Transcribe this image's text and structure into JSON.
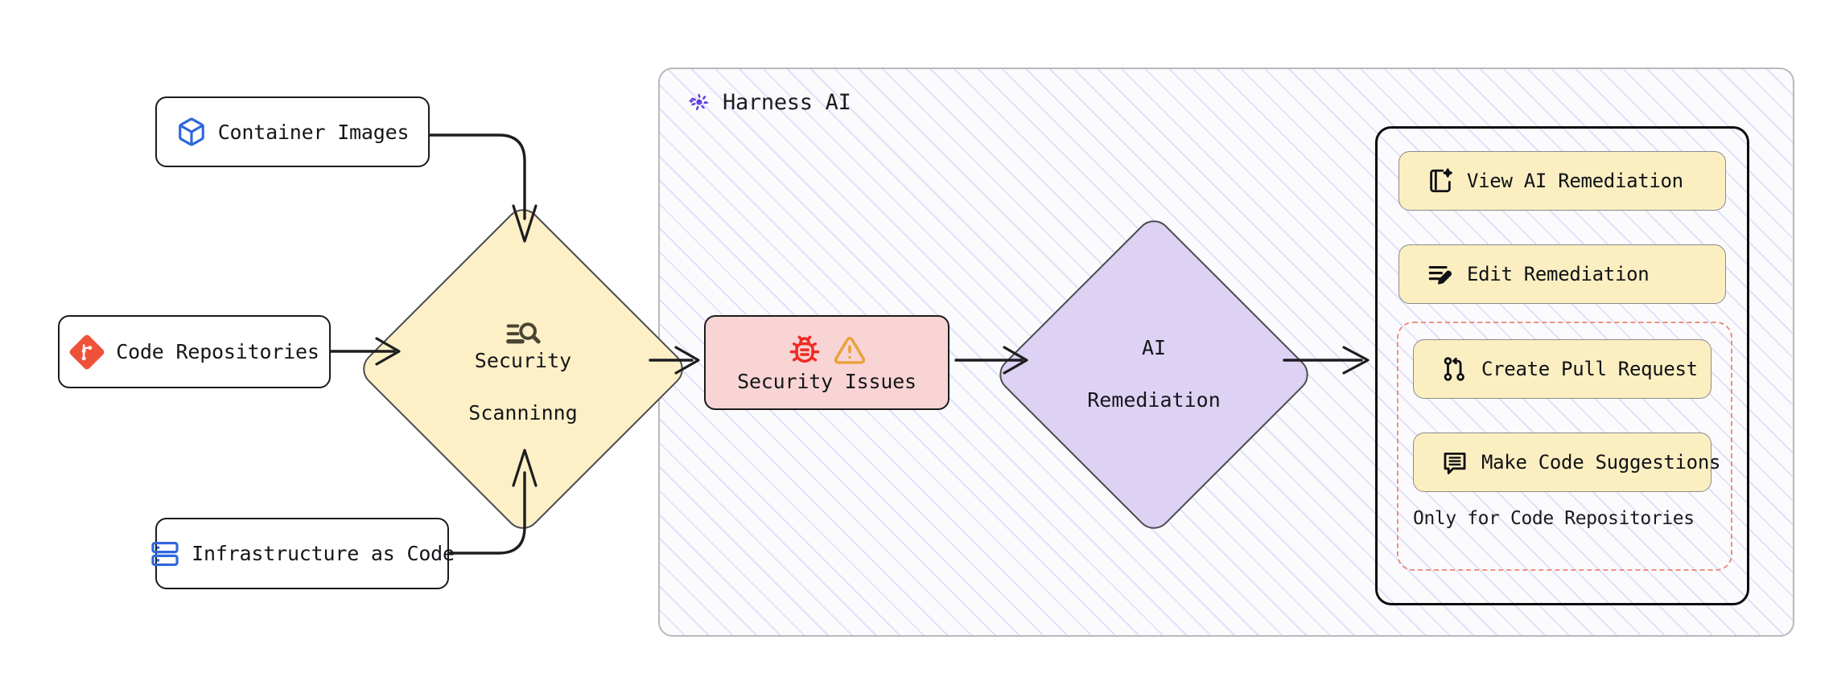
{
  "diagram": {
    "title": "Harness AI security scanning and remediation flow",
    "colors": {
      "yellow_fill": "#fdf0c7",
      "purple_fill": "#ddd2f4",
      "pink_fill": "#f8d4d4",
      "action_fill": "#fbefc2",
      "dashed_border": "#ef8d81",
      "hatch_line": "#dcdcfa",
      "node_border": "#1c1c1c",
      "brand_purple": "#5c33e1",
      "git_orange": "#ef5138",
      "iac_blue": "#2f67db",
      "bug_red": "#ee2b24",
      "warn_orange": "#e9a23b"
    }
  },
  "sources": [
    {
      "id": "container-images",
      "label": "Container Images",
      "icon": "container-box-icon"
    },
    {
      "id": "code-repositories",
      "label": "Code Repositories",
      "icon": "git-icon"
    },
    {
      "id": "infrastructure-code",
      "label": "Infrastructure as Code",
      "icon": "server-stack-icon"
    }
  ],
  "scan": {
    "label": "Security\nScanninng",
    "line1": "Security",
    "line2": "Scanninng",
    "icon": "scan-search-icon"
  },
  "harness": {
    "title": "Harness AI",
    "logo": "harness-pinwheel-logo"
  },
  "issues": {
    "label": "Security Issues",
    "icons": [
      "bug-icon",
      "warning-triangle-icon"
    ]
  },
  "remediation": {
    "line1": "AI",
    "line2": "Remediation"
  },
  "actions": [
    {
      "id": "view-ai-remediation",
      "label": "View AI Remediation",
      "icon": "book-sparkle-icon"
    },
    {
      "id": "edit-remediation",
      "label": "Edit Remediation",
      "icon": "list-pencil-icon"
    },
    {
      "id": "create-pull-request",
      "label": "Create Pull Request",
      "icon": "git-pull-request-icon"
    },
    {
      "id": "make-code-suggestions",
      "label": "Make Code Suggestions",
      "icon": "message-code-icon"
    }
  ],
  "restriction_note": "Only for Code Repositories",
  "edges": [
    {
      "from": "container-images",
      "to": "security-scanning"
    },
    {
      "from": "code-repositories",
      "to": "security-scanning"
    },
    {
      "from": "infrastructure-code",
      "to": "security-scanning"
    },
    {
      "from": "security-scanning",
      "to": "security-issues"
    },
    {
      "from": "security-issues",
      "to": "ai-remediation"
    },
    {
      "from": "ai-remediation",
      "to": "remediation-actions"
    }
  ]
}
